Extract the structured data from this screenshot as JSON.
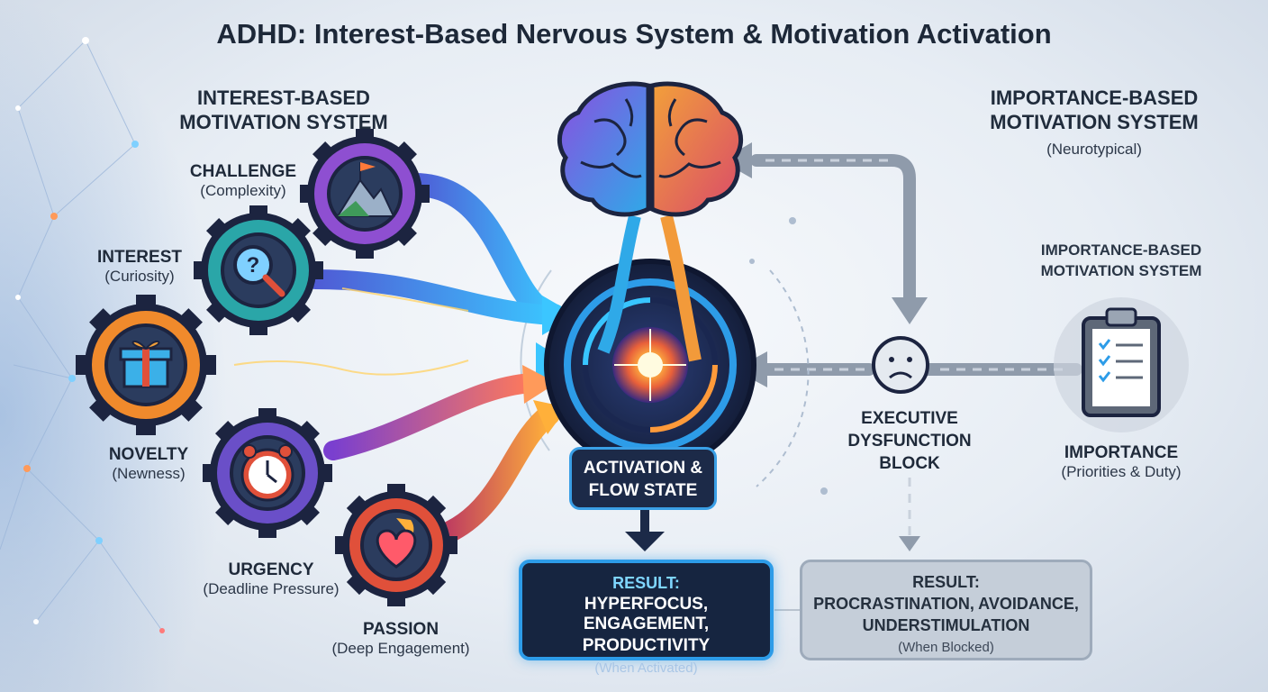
{
  "title": "ADHD: Interest-Based Nervous System & Motivation Activation",
  "interest_system": {
    "title_line1": "INTEREST-BASED",
    "title_line2": "MOTIVATION SYSTEM"
  },
  "importance_system": {
    "title_line1": "IMPORTANCE-BASED",
    "title_line2": "MOTIVATION SYSTEM",
    "subtitle": "(Neurotypical)"
  },
  "importance_system_small": {
    "title_line1": "IMPORTANCE-BASED",
    "title_line2": "MOTIVATION SYSTEM"
  },
  "drivers": {
    "challenge": {
      "label": "CHALLENGE",
      "sub": "(Complexity)",
      "color": "#8e4fd1"
    },
    "interest": {
      "label": "INTEREST",
      "sub": "(Curiosity)",
      "color": "#2aa6a8"
    },
    "novelty": {
      "label": "NOVELTY",
      "sub": "(Newness)",
      "color": "#f08a2c"
    },
    "urgency": {
      "label": "URGENCY",
      "sub": "(Deadline Pressure)",
      "color": "#6a4fc8"
    },
    "passion": {
      "label": "PASSION",
      "sub": "(Deep Engagement)",
      "color": "#e0503a"
    }
  },
  "activation": {
    "line1": "ACTIVATION &",
    "line2": "FLOW STATE"
  },
  "block": {
    "line1": "EXECUTIVE",
    "line2": "DYSFUNCTION",
    "line3": "BLOCK"
  },
  "importance": {
    "label": "IMPORTANCE",
    "sub": "(Priorities & Duty)"
  },
  "result_activated": {
    "head": "RESULT:",
    "line1": "HYPERFOCUS, ENGAGEMENT,",
    "line2": "PRODUCTIVITY",
    "note": "(When Activated)"
  },
  "result_blocked": {
    "head": "RESULT:",
    "line1": "PROCRASTINATION, AVOIDANCE,",
    "line2": "UNDERSTIMULATION",
    "note": "(When Blocked)"
  },
  "colors": {
    "accent_blue": "#2d9ce8",
    "dark_navy": "#1c2a48",
    "gray_flow": "#8f9bab"
  }
}
